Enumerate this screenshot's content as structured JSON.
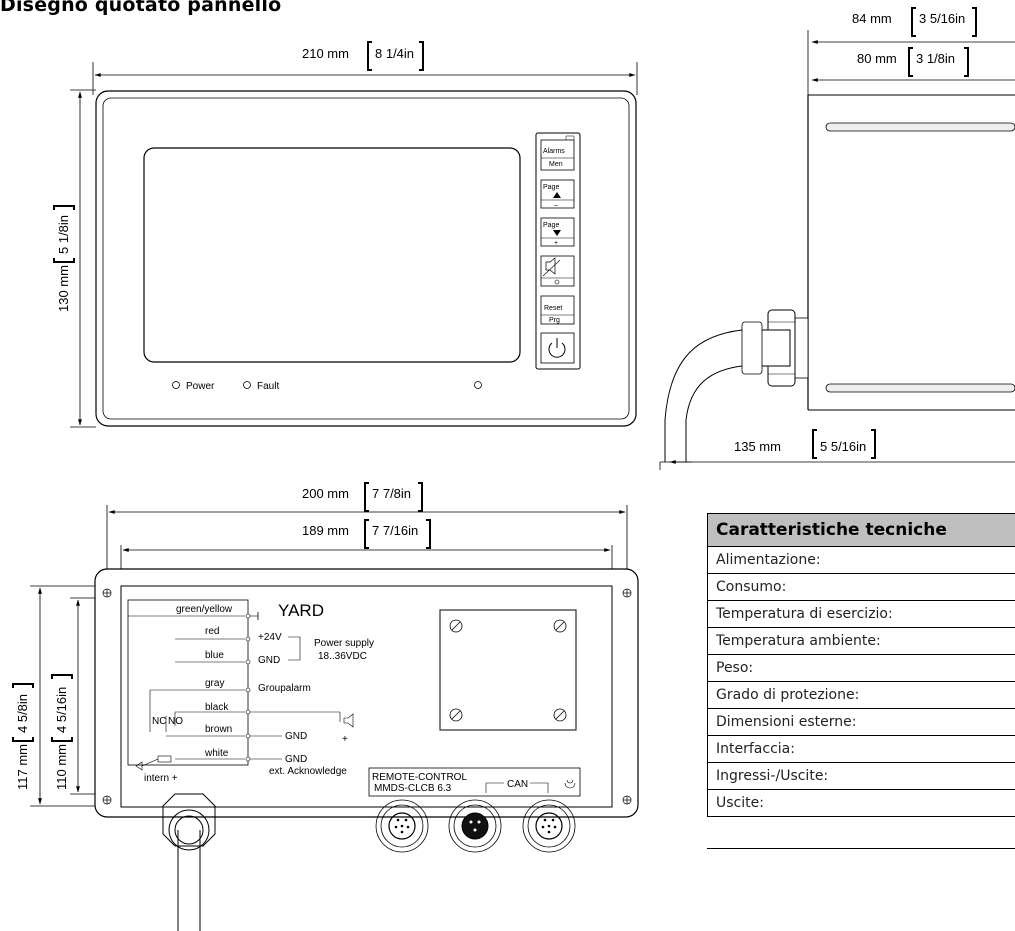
{
  "page_title": "Disegno quotato pannello",
  "front_view": {
    "width_dim": "210 mm",
    "width_in": "8 1/4in",
    "height_dim": "130 mm",
    "height_in": "5 1/8in",
    "buttons": [
      {
        "top": "Alarms",
        "bottom": "Men"
      },
      {
        "top": "Page",
        "bottom": "–"
      },
      {
        "top": "Page",
        "bottom": "+"
      },
      {
        "top": "",
        "bottom": ""
      },
      {
        "top": "Reset",
        "bottom": "Prg"
      }
    ],
    "leds": {
      "power": "Power",
      "fault": "Fault"
    }
  },
  "side_view": {
    "depth_outer_dim": "84 mm",
    "depth_outer_in": "3 5/16in",
    "depth_inner_dim": "80 mm",
    "depth_inner_in": "3 1/8in",
    "length_dim": "135 mm",
    "length_in": "5 5/16in"
  },
  "rear_view": {
    "width_outer_dim": "200 mm",
    "width_outer_in": "7 7/8in",
    "width_inner_dim": "189 mm",
    "width_inner_in": "7 7/16in",
    "height_outer_dim": "117 mm",
    "height_outer_in": "4 5/8in",
    "height_inner_dim": "110 mm",
    "height_inner_in": "4 5/16in",
    "wiring": {
      "green_yellow": "green/yellow",
      "yard": "YARD",
      "red": "red",
      "plus24": "+24V",
      "power_supply": "Power supply",
      "voltage": "18..36VDC",
      "blue": "blue",
      "gnd": "GND",
      "gray": "gray",
      "groupalarm": "Groupalarm",
      "black": "black",
      "nc": "NC",
      "no": "NO",
      "brown": "brown",
      "white": "white",
      "ext_ack": "ext. Acknowledge",
      "intern": "intern +",
      "plus": "+"
    },
    "remote_label_1": "REMOTE-CONTROL",
    "remote_label_2": "MMDS-CLCB 6.3",
    "can_label": "CAN"
  },
  "specs": {
    "header": "Caratteristiche tecniche",
    "rows": [
      "Alimentazione:",
      "Consumo:",
      "Temperatura di esercizio:",
      "Temperatura ambiente:",
      "Peso:",
      "Grado di protezione:",
      "Dimensioni esterne:",
      "Interfaccia:",
      "Ingressi-/Uscite:",
      "Uscite:"
    ]
  }
}
